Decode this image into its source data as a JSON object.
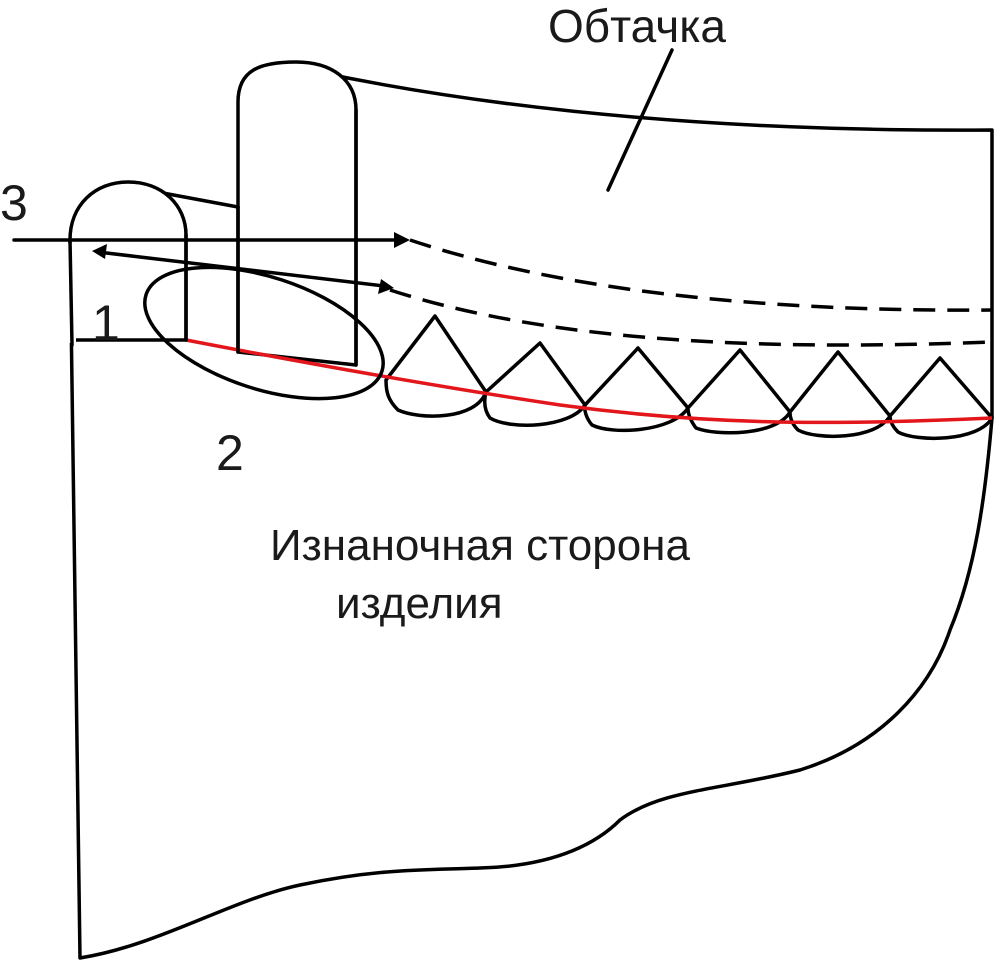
{
  "labels": {
    "facing": "Обтачка",
    "wrong_side_line1": "Изнаночная сторона",
    "wrong_side_line2": "изделия",
    "marker_1": "1",
    "marker_2": "2",
    "marker_3": "3"
  },
  "colors": {
    "seam_line": "#e3161b",
    "outline": "#000000"
  },
  "scallop_count": 6
}
